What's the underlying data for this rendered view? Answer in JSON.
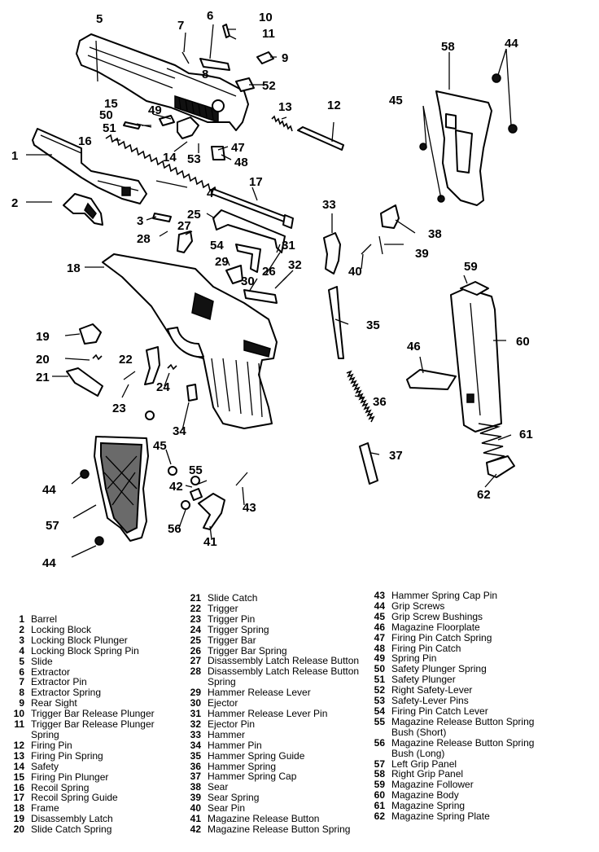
{
  "callouts": {
    "c1": "1",
    "c2": "2",
    "c3": "3",
    "c4": "4",
    "c5": "5",
    "c6": "6",
    "c7": "7",
    "c8": "8",
    "c9": "9",
    "c10": "10",
    "c11": "11",
    "c12": "12",
    "c13": "13",
    "c14": "14",
    "c15": "15",
    "c16": "16",
    "c17": "17",
    "c18": "18",
    "c19": "19",
    "c20": "20",
    "c21": "21",
    "c22": "22",
    "c23": "23",
    "c24": "24",
    "c25": "25",
    "c26": "26",
    "c27": "27",
    "c28": "28",
    "c29": "29",
    "c30": "30",
    "c31": "31",
    "c32": "32",
    "c33": "33",
    "c34": "34",
    "c35": "35",
    "c36": "36",
    "c37": "37",
    "c38": "38",
    "c39": "39",
    "c40": "40",
    "c41": "41",
    "c42": "42",
    "c43": "43",
    "c44": "44",
    "c45": "45",
    "c46": "46",
    "c47": "47",
    "c48": "48",
    "c49": "49",
    "c50": "50",
    "c51": "51",
    "c52": "52",
    "c53": "53",
    "c54": "54",
    "c55": "55",
    "c56": "56",
    "c57": "57",
    "c58": "58",
    "c59": "59",
    "c60": "60",
    "c61": "61",
    "c62": "62"
  },
  "legend": {
    "col1": [
      {
        "num": "1",
        "name": "Barrel"
      },
      {
        "num": "2",
        "name": "Locking Block"
      },
      {
        "num": "3",
        "name": "Locking Block Plunger"
      },
      {
        "num": "4",
        "name": "Locking Block Spring Pin"
      },
      {
        "num": "5",
        "name": "Slide"
      },
      {
        "num": "6",
        "name": "Extractor"
      },
      {
        "num": "7",
        "name": "Extractor Pin"
      },
      {
        "num": "8",
        "name": "Extractor Spring"
      },
      {
        "num": "9",
        "name": "Rear Sight"
      },
      {
        "num": "10",
        "name": "Trigger Bar Release Plunger"
      },
      {
        "num": "11",
        "name": "Trigger Bar Release Plunger",
        "cont": "Spring"
      },
      {
        "num": "12",
        "name": "Firing Pin"
      },
      {
        "num": "13",
        "name": "Firing Pin Spring"
      },
      {
        "num": "14",
        "name": "Safety"
      },
      {
        "num": "15",
        "name": "Firing Pin Plunger"
      },
      {
        "num": "16",
        "name": "Recoil Spring"
      },
      {
        "num": "17",
        "name": "Recoil Spring Guide"
      },
      {
        "num": "18",
        "name": "Frame"
      },
      {
        "num": "19",
        "name": "Disassembly Latch"
      },
      {
        "num": "20",
        "name": "Slide Catch Spring"
      }
    ],
    "col2": [
      {
        "num": "21",
        "name": "Slide Catch"
      },
      {
        "num": "22",
        "name": "Trigger"
      },
      {
        "num": "23",
        "name": "Trigger Pin"
      },
      {
        "num": "24",
        "name": "Trigger Spring"
      },
      {
        "num": "25",
        "name": "Trigger Bar"
      },
      {
        "num": "26",
        "name": "Trigger Bar Spring"
      },
      {
        "num": "27",
        "name": "Disassembly Latch Release Button"
      },
      {
        "num": "28",
        "name": "Disassembly Latch Release Button",
        "cont": "Spring"
      },
      {
        "num": "29",
        "name": "Hammer Release Lever"
      },
      {
        "num": "30",
        "name": "Ejector"
      },
      {
        "num": "31",
        "name": "Hammer Release Lever Pin"
      },
      {
        "num": "32",
        "name": "Ejector Pin"
      },
      {
        "num": "33",
        "name": "Hammer"
      },
      {
        "num": "34",
        "name": "Hammer Pin"
      },
      {
        "num": "35",
        "name": "Hammer Spring Guide"
      },
      {
        "num": "36",
        "name": "Hammer Spring"
      },
      {
        "num": "37",
        "name": "Hammer Spring Cap"
      },
      {
        "num": "38",
        "name": "Sear"
      },
      {
        "num": "39",
        "name": "Sear Spring"
      },
      {
        "num": "40",
        "name": "Sear Pin"
      },
      {
        "num": "41",
        "name": "Magazine Release Button"
      },
      {
        "num": "42",
        "name": "Magazine Release Button Spring"
      }
    ],
    "col3": [
      {
        "num": "43",
        "name": "Hammer Spring Cap Pin"
      },
      {
        "num": "44",
        "name": "Grip Screws"
      },
      {
        "num": "45",
        "name": "Grip Screw Bushings"
      },
      {
        "num": "46",
        "name": "Magazine Floorplate"
      },
      {
        "num": "47",
        "name": "Firing Pin Catch Spring"
      },
      {
        "num": "48",
        "name": "Firing Pin Catch"
      },
      {
        "num": "49",
        "name": "Spring Pin"
      },
      {
        "num": "50",
        "name": "Safety Plunger Spring"
      },
      {
        "num": "51",
        "name": "Safety Plunger"
      },
      {
        "num": "52",
        "name": "Right Safety-Lever"
      },
      {
        "num": "53",
        "name": "Safety-Lever Pins"
      },
      {
        "num": "54",
        "name": "Firing Pin Catch Lever"
      },
      {
        "num": "55",
        "name": "Magazine Release Button Spring",
        "cont": "Bush (Short)"
      },
      {
        "num": "56",
        "name": "Magazine Release Button Spring",
        "cont": "Bush (Long)"
      },
      {
        "num": "57",
        "name": "Left Grip Panel"
      },
      {
        "num": "58",
        "name": "Right Grip Panel"
      },
      {
        "num": "59",
        "name": "Magazine Follower"
      },
      {
        "num": "60",
        "name": "Magazine Body"
      },
      {
        "num": "61",
        "name": "Magazine Spring"
      },
      {
        "num": "62",
        "name": "Magazine Spring Plate"
      }
    ]
  }
}
